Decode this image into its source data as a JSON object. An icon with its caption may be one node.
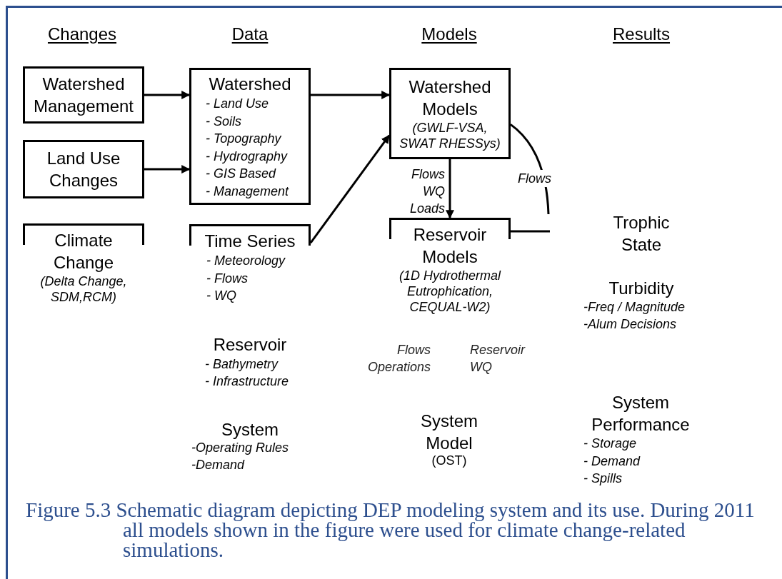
{
  "diagram": {
    "caption": "Figure 5.3 Schematic diagram depicting DEP modeling system and its use. During 2011 all models shown in the figure were used for climate change-related simulations.",
    "nodes": [
      {
        "text": [
          "Watershed Management"
        ]
      },
      {
        "text": [
          "Land Use Changes"
        ]
      },
      {
        "text": [
          "Climate Change",
          "(Delta Change, SDM,RCM)"
        ]
      },
      {
        "text": [
          "Watershed",
          "- Land Use",
          "- Soils",
          "- Topography",
          "- Hydrography",
          "- GIS Based",
          "- Management"
        ]
      },
      {
        "text": [
          "Time Series",
          "- Meteorology",
          "- Flows",
          "- WQ"
        ]
      },
      {
        "text": [
          "Watershed Models",
          "(GWLF-VSA, SWAT RHESSys)"
        ]
      },
      {
        "text": [
          "Reservoir Models",
          "(1D Hydrothermal Eutrophication, CEQUAL-W2)"
        ]
      }
    ],
    "edges": [
      {
        "from": 0,
        "to": 3,
        "arrow": "to"
      },
      {
        "from": 1,
        "to": 3,
        "arrow": "to"
      },
      {
        "from": 3,
        "to": 5,
        "arrow": "to"
      },
      {
        "from": 4,
        "to": 5,
        "arrow": "to"
      },
      {
        "from": 5,
        "to": 6,
        "arrow": "to",
        "label": "Flows WQ Loads"
      },
      {
        "from": 5,
        "to": null,
        "arrow": "none",
        "label": "Flows"
      },
      {
        "from": 6,
        "to": null,
        "arrow": "none"
      }
    ],
    "labels": [
      "Changes",
      "Data",
      "Models",
      "Results",
      "Trophic State",
      "Turbidity",
      "-Freq / Magnitude",
      "-Alum Decisions",
      "Reservoir",
      "- Bathymetry",
      "- Infrastructure",
      "Flows Operations",
      "Reservoir WQ",
      "System",
      "-*Operating Rules*",
      "-*Demand*",
      "System Model",
      "(OST)",
      "System Performance",
      "- Storage",
      "- Demand",
      "- Spills"
    ]
  }
}
